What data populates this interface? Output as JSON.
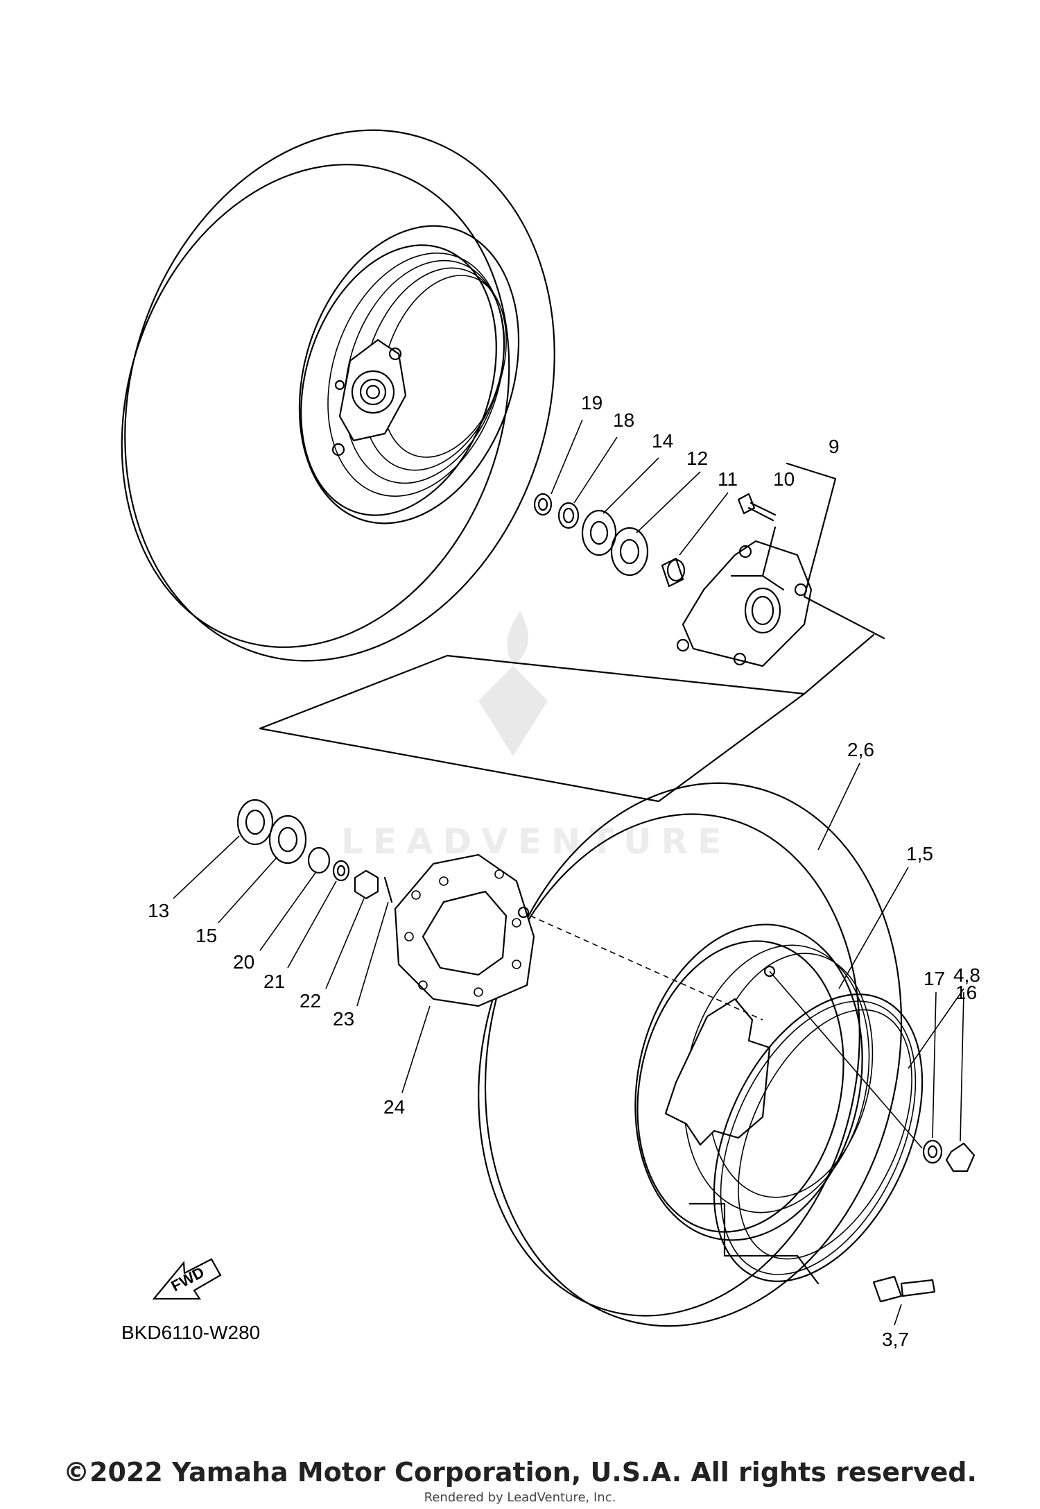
{
  "diagram_code": "BKD6110-W280",
  "fwd_label": "FWD",
  "watermark": "LEADVENTURE",
  "copyright": "©2022 Yamaha Motor Corporation, U.S.A. All rights reserved.",
  "rendered_by": "Rendered by LeadVenture, Inc.",
  "callouts": [
    "19",
    "18",
    "14",
    "12",
    "11",
    "10",
    "9",
    "2,6",
    "1,5",
    "4,8",
    "17",
    "16",
    "13",
    "15",
    "20",
    "21",
    "22",
    "23",
    "24",
    "3,7"
  ]
}
